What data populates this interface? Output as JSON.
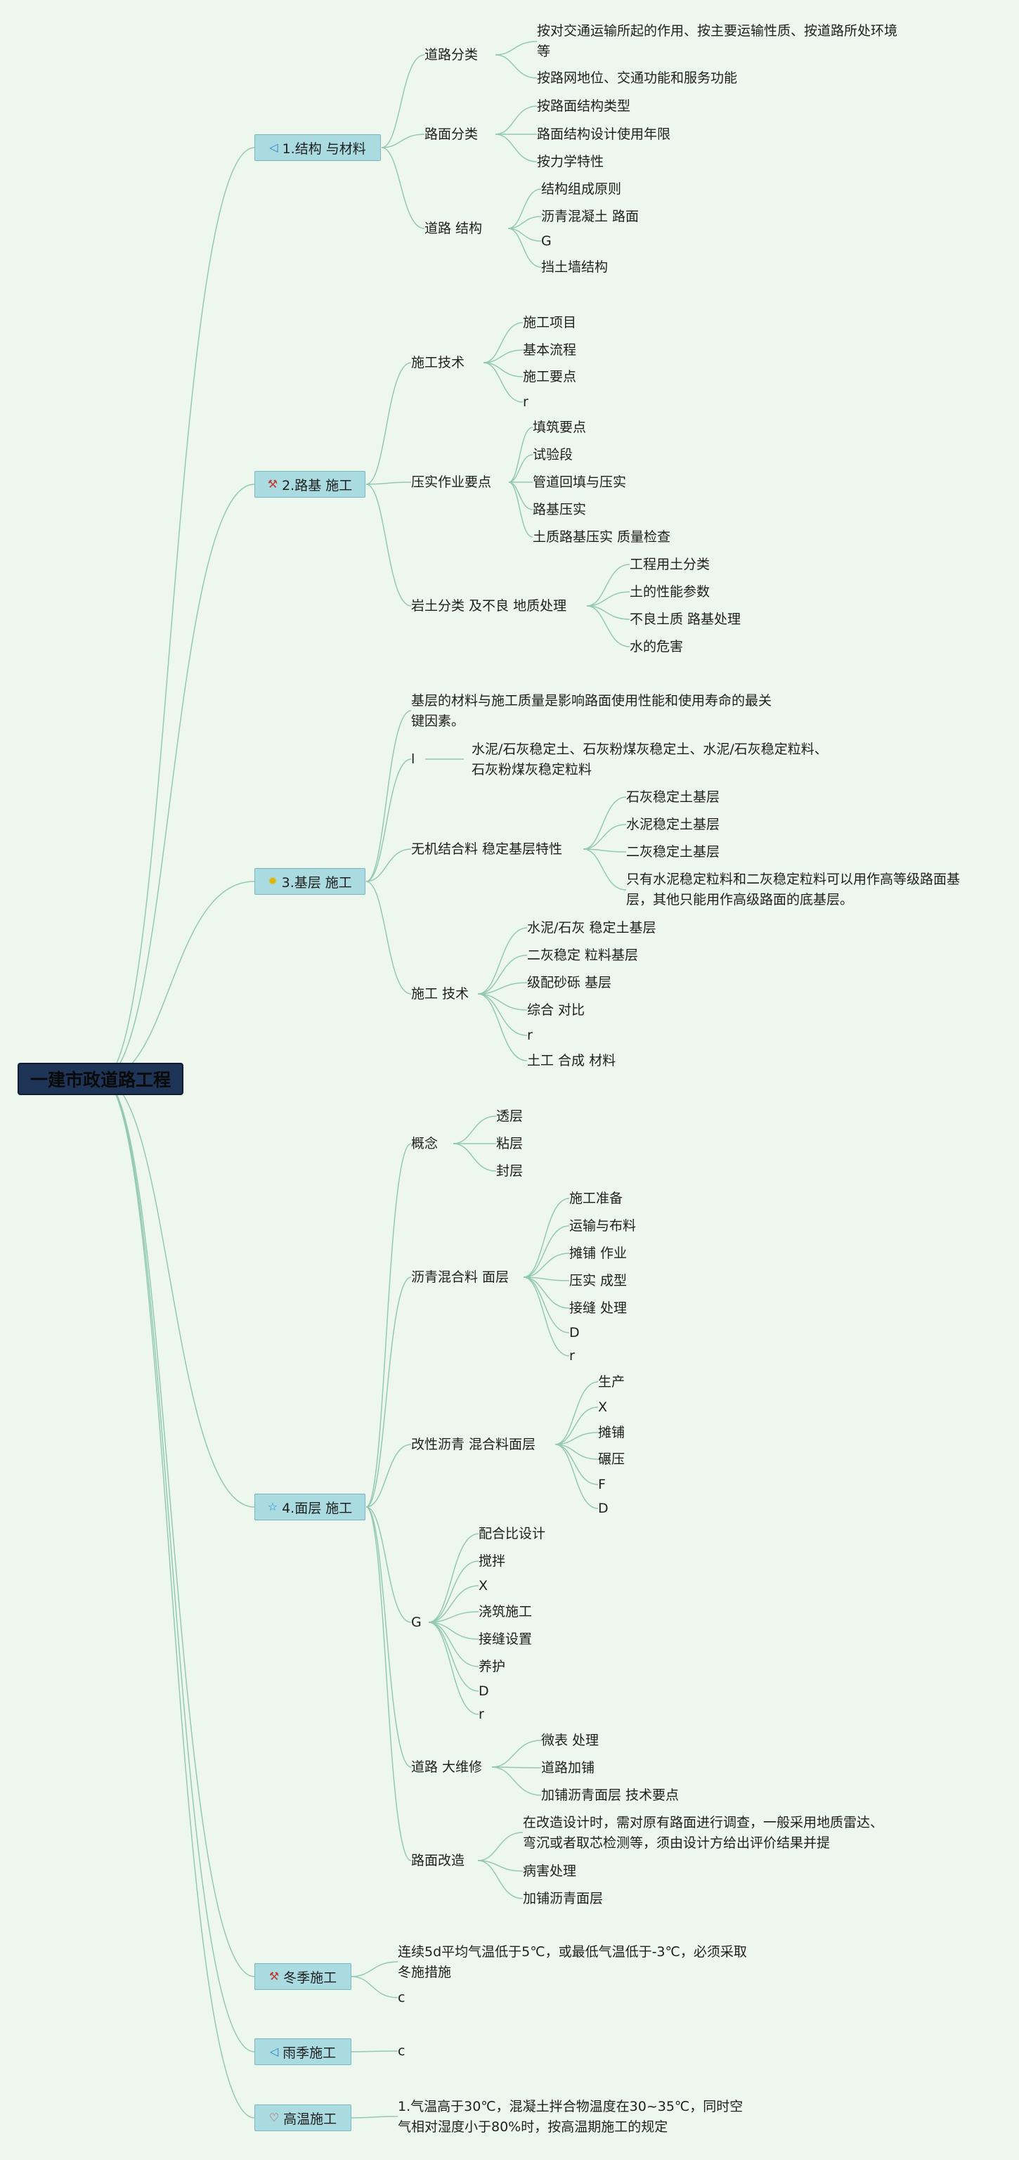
{
  "root": "一建市政道路工程",
  "branches": [
    {
      "title": "1.结构 与材料",
      "icon": "paper-plane-icon",
      "glyph": "◁",
      "icon_color": "#2a7fd4",
      "children": [
        {
          "title": "道路分类",
          "items": [
            "按对交通运输所起的作用、按主要运输性质、按道路所处环境等",
            "按路网地位、交通功能和服务功能"
          ]
        },
        {
          "title": "路面分类",
          "items": [
            "按路面结构类型",
            "路面结构设计使用年限",
            "按力学特性"
          ]
        },
        {
          "title": "道路 结构",
          "items": [
            "结构组成原则",
            "沥青混凝土 路面",
            "G",
            "挡土墙结构"
          ]
        }
      ]
    },
    {
      "title": "2.路基 施工",
      "icon": "tools-icon",
      "glyph": "⚒",
      "icon_color": "#c0392b",
      "children": [
        {
          "title": "施工技术",
          "items": [
            "施工项目",
            "基本流程",
            "施工要点",
            "r"
          ]
        },
        {
          "title": "压实作业要点",
          "items": [
            "填筑要点",
            "试验段",
            "管道回填与压实",
            "路基压实",
            "土质路基压实 质量检查"
          ]
        },
        {
          "title": "岩土分类 及不良 地质处理",
          "items": [
            "工程用土分类",
            "土的性能参数",
            "不良土质 路基处理",
            "水的危害"
          ]
        }
      ]
    },
    {
      "title": "3.基层 施工",
      "icon": "sun-icon",
      "glyph": "✹",
      "icon_color": "#e0b400",
      "children": [
        {
          "title": "基层的材料与施工质量是影响路面使用性能和使用寿命的最关键因素。",
          "items": []
        },
        {
          "title": "l",
          "items": [
            "水泥/石灰稳定土、石灰粉煤灰稳定土、水泥/石灰稳定粒料、石灰粉煤灰稳定粒料"
          ]
        },
        {
          "title": "无机结合料 稳定基层特性",
          "items": [
            "石灰稳定土基层",
            "水泥稳定土基层",
            "二灰稳定土基层",
            "只有水泥稳定粒料和二灰稳定粒料可以用作高等级路面基层，其他只能用作高级路面的底基层。"
          ]
        },
        {
          "title": "施工 技术",
          "items": [
            "水泥/石灰 稳定土基层",
            "二灰稳定 粒料基层",
            "级配砂砾 基层",
            "综合 对比",
            "r",
            "土工 合成 材料"
          ]
        }
      ]
    },
    {
      "title": "4.面层 施工",
      "icon": "star-icon",
      "glyph": "☆",
      "icon_color": "#2a7fd4",
      "children": [
        {
          "title": "概念",
          "items": [
            "透层",
            "粘层",
            "封层"
          ]
        },
        {
          "title": "沥青混合料 面层",
          "items": [
            "施工准备",
            "运输与布料",
            "摊铺 作业",
            "压实 成型",
            "接缝 处理",
            "D",
            "r"
          ]
        },
        {
          "title": "改性沥青 混合料面层",
          "items": [
            "生产",
            "X",
            "摊铺",
            "碾压",
            "F",
            "D"
          ]
        },
        {
          "title": "G",
          "items": [
            "配合比设计",
            "搅拌",
            "X",
            "浇筑施工",
            "接缝设置",
            "养护",
            "D",
            "r"
          ]
        },
        {
          "title": "道路 大维修",
          "items": [
            "微表 处理",
            "道路加铺",
            "加铺沥青面层 技术要点"
          ]
        },
        {
          "title": "路面改造",
          "items": [
            "在改造设计时，需对原有路面进行调查，一般采用地质雷达、弯沉或者取芯检测等，须由设计方给出评价结果并提",
            "病害处理",
            "加铺沥青面层"
          ]
        }
      ]
    },
    {
      "title": "冬季施工",
      "icon": "tools-icon",
      "glyph": "⚒",
      "icon_color": "#c0392b",
      "children": [
        {
          "title": "连续5d平均气温低于5℃，或最低气温低于-3℃，必须采取冬施措施",
          "items": []
        },
        {
          "title": "c",
          "items": []
        }
      ]
    },
    {
      "title": "雨季施工",
      "icon": "paper-plane-icon",
      "glyph": "◁",
      "icon_color": "#2a7fd4",
      "children": [
        {
          "title": "c",
          "items": []
        }
      ]
    },
    {
      "title": "高温施工",
      "icon": "heart-icon",
      "glyph": "♡",
      "icon_color": "#c0392b",
      "children": [
        {
          "title": "1.气温高于30℃，混凝土拌合物温度在30~35℃，同时空气相对湿度小于80%时，按高温期施工的规定",
          "items": []
        }
      ]
    }
  ]
}
